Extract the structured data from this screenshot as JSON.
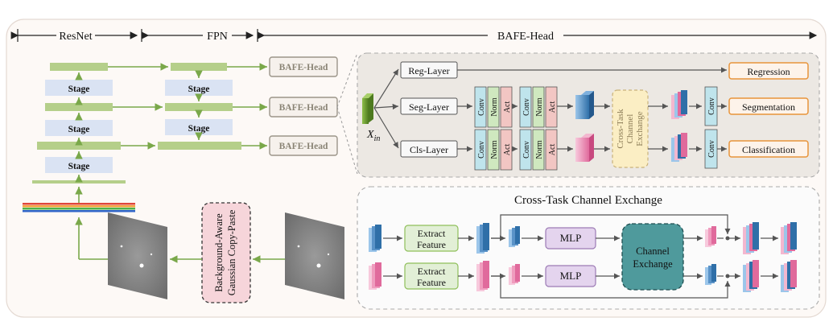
{
  "header": {
    "resnet": "ResNet",
    "fpn": "FPN",
    "bafe_head": "BAFE-Head"
  },
  "backbone": {
    "stage_label": "Stage",
    "fpn_stage_label": "Stage",
    "head_label": "BAFE-Head"
  },
  "augmentation": {
    "line1": "Background-Aware",
    "line2": "Gaussian Copy-Paste"
  },
  "bafe_head_detail": {
    "input_label": "X",
    "input_subscript": "in",
    "reg_layer": "Reg-Layer",
    "seg_layer": "Seg-Layer",
    "cls_layer": "Cls-Layer",
    "conv": "Conv",
    "norm": "Norm",
    "act": "Act",
    "exchange_line1": "Cross-Task",
    "exchange_line2": "Channel",
    "exchange_line3": "Exchange",
    "regression": "Regression",
    "segmentation": "Segmentation",
    "classification": "Classification"
  },
  "exchange_detail": {
    "title": "Cross-Task Channel Exchange",
    "extract_line1": "Extract",
    "extract_line2": "Feature",
    "mlp": "MLP",
    "channel_exchange_line1": "Channel",
    "channel_exchange_line2": "Exchange"
  },
  "colors": {
    "green_bar": "#b5cf8a",
    "stage_box": "#dae3f3",
    "arrow_green": "#7aa84a",
    "conv": "#bfe4ec",
    "norm": "#cfe8bf",
    "act": "#f2c6c3",
    "output_border": "#e8943a",
    "exchange_fill": "#fbeec4",
    "mlp_fill": "#e4d4ee",
    "channel_exchange_fill": "#4f9a9c",
    "augment_fill": "#f6d5da"
  }
}
